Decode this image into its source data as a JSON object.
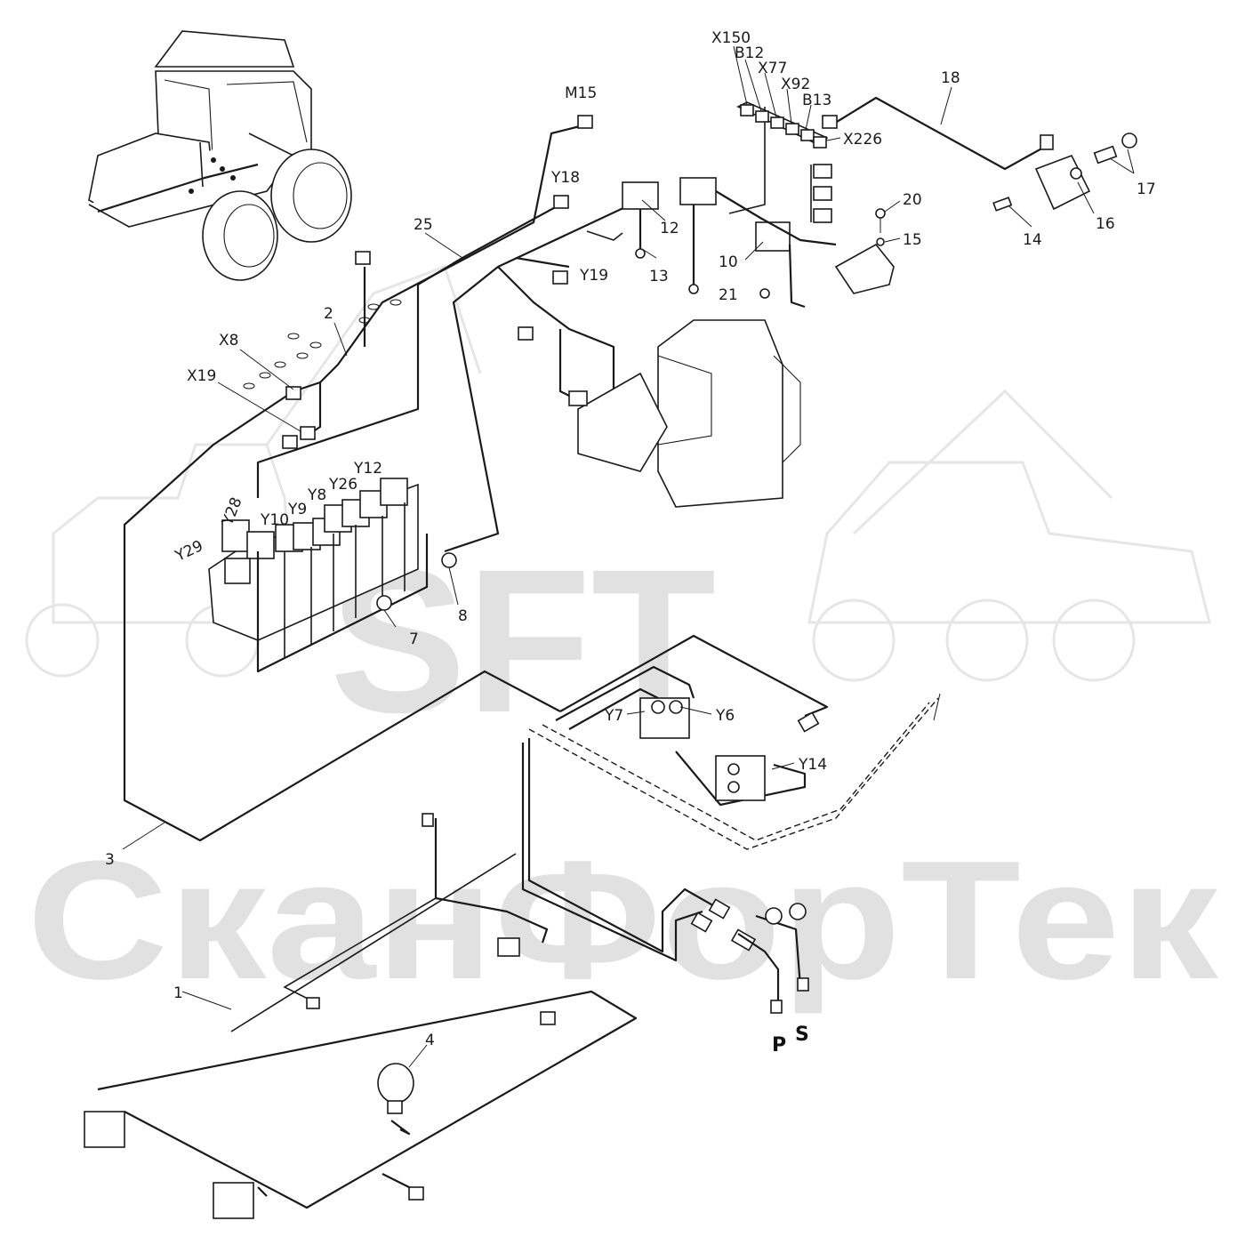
{
  "watermark": {
    "logo_text": "SFT",
    "brand_text": "СканФорТек"
  },
  "labels": {
    "M15": "M15",
    "Y18": "Y18",
    "Y19": "Y19",
    "n25": "25",
    "n2": "2",
    "X8": "X8",
    "X19": "X19",
    "n12": "12",
    "n13": "13",
    "n10": "10",
    "n21": "21",
    "n20": "20",
    "n15": "15",
    "n14": "14",
    "n16": "16",
    "n17": "17",
    "n18": "18",
    "X150": "X150",
    "B12": "B12",
    "X77": "X77",
    "X92": "X92",
    "B13": "B13",
    "X226": "X226",
    "Y28": "Y28",
    "Y29": "Y29",
    "Y10": "Y10",
    "Y9": "Y9",
    "Y8": "Y8",
    "Y26": "Y26",
    "Y12": "Y12",
    "n7": "7",
    "n8": "8",
    "Y7": "Y7",
    "Y6": "Y6",
    "Y14": "Y14",
    "n3": "3",
    "n1": "1",
    "n4": "4",
    "P": "P",
    "S": "S"
  }
}
